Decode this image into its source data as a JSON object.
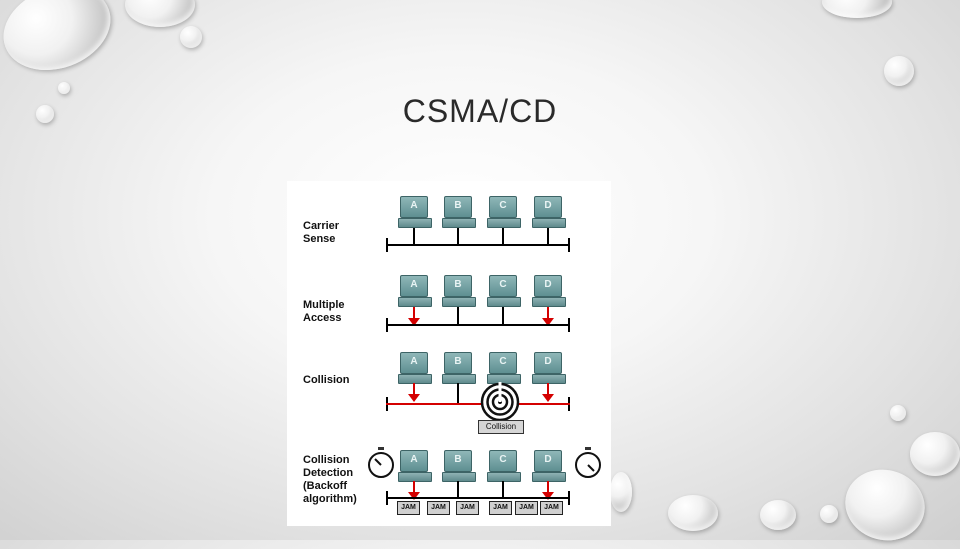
{
  "slide": {
    "title": "CSMA/CD"
  },
  "diagram": {
    "rows": [
      {
        "label": "Carrier\nSense"
      },
      {
        "label": "Multiple\nAccess"
      },
      {
        "label": "Collision"
      },
      {
        "label": "Collision\nDetection\n(Backoff\nalgorithm)"
      }
    ],
    "stations": [
      "A",
      "B",
      "C",
      "D"
    ],
    "collision_label": "Collision",
    "jam_label": "JAM",
    "colors": {
      "signal": "#d40000",
      "station": "#6f9d9f",
      "bus": "#000000"
    }
  }
}
